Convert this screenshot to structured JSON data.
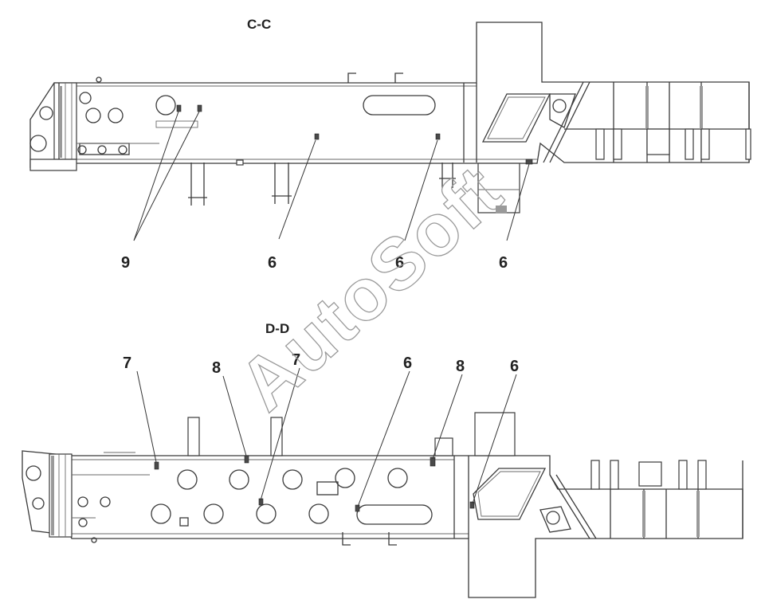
{
  "views": {
    "c_c": {
      "title": "C-C",
      "callouts": [
        "9",
        "6",
        "6",
        "6"
      ]
    },
    "d_d": {
      "title": "D-D",
      "callouts": [
        "7",
        "8",
        "7",
        "6",
        "8",
        "6"
      ]
    }
  },
  "watermark": "AutoSoft"
}
